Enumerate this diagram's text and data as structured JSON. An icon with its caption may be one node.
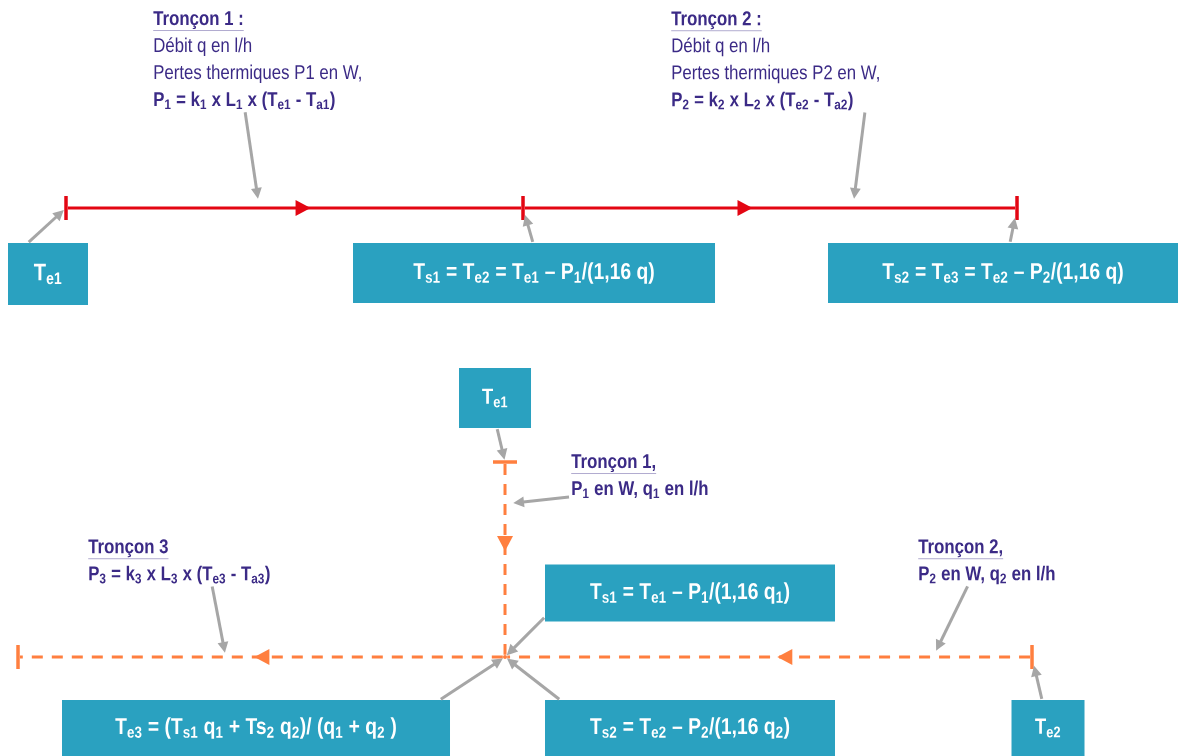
{
  "diagram": {
    "nodes": [
      {
        "text": [
          "Tronçon 1 :",
          "Débit q en l/h",
          "Pertes thermiques P1 en W,",
          "P$_{1}$ = k$_{1}$ x L$_{1}$ x (T$_{e1}$ - T$_{a1}$)"
        ]
      },
      {
        "text": [
          "**Tronçon** 2 :",
          "Débit q en l/h",
          "Pertes thermiques P2 en W,",
          "P$_{2}$ = k$_{2}$ x L$_{2}$ x (T$_{e2}$ - T$_{a2}$)"
        ]
      },
      {
        "text": [],
        "shape": "bar"
      },
      {
        "text": [],
        "shape": "bar"
      },
      {
        "text": [],
        "shape": "bar"
      },
      {
        "text": [
          "T$_{e1}$"
        ]
      },
      {
        "text": [
          "T$_{s1}$ = T$_{e2}$ = T$_{e1}$ – P$_{1}$/(1,16 q)"
        ]
      },
      {
        "text": [
          "T$_{s2}$ = T$_{e3}$ = T$_{e2}$ – P$_{2}$/(1,16 q)"
        ]
      },
      {
        "text": [
          "T$_{e1}$"
        ]
      },
      {
        "text": [],
        "shape": "bar"
      },
      {
        "text": [
          "Tronçon 1,",
          "P$_{1}$ en W, q$_{1}$ en l/h"
        ]
      },
      {
        "text": [
          "Tronçon 3",
          "P$_{3}$ = k$_{3}$ x L$_{3}$ x (T$_{e3}$ - T$_{a3}$)"
        ]
      },
      {
        "text": [
          "Tronçon 2,",
          "P$_{2}$ en W, q$_{2}$ en l/h"
        ]
      },
      {
        "text": [
          "T$_{s1}$ = T$_{e1}$ – P$_{1}$/(1,16 q$_{1}$)"
        ]
      },
      {
        "text": [],
        "shape": "bar"
      },
      {
        "text": [],
        "shape": "point"
      },
      {
        "text": [],
        "shape": "bar"
      },
      {
        "text": [
          "T$_{e3}$ = (T$_{s1}$ q$_{1}$ + Ts$_{2}$ q$_{2}$)/ (q$_{1}$ + q$_{2}$ )"
        ]
      },
      {
        "text": [
          "T$_{s2}$ = T$_{e2}$ – P$_{2}$/(1,16 q$_{2}$)"
        ]
      },
      {
        "text": [
          "T$_{e2}$"
        ]
      }
    ],
    "edges": [
      {
        "from": 2,
        "to": 3,
        "arrow": "to",
        "color": "#e30613"
      },
      {
        "from": 3,
        "to": 4,
        "arrow": "to",
        "color": "#e30613"
      },
      {
        "from": 0,
        "to": null,
        "arrow": "to"
      },
      {
        "from": 1,
        "to": null,
        "arrow": "to"
      },
      {
        "from": 5,
        "to": 2,
        "arrow": "to"
      },
      {
        "from": 6,
        "to": 3,
        "arrow": "to"
      },
      {
        "from": 7,
        "to": 4,
        "arrow": "to"
      },
      {
        "from": 9,
        "to": 15,
        "arrow": "to",
        "style": "dashed",
        "color": "#ff7f3f"
      },
      {
        "from": 16,
        "to": 15,
        "arrow": "to",
        "style": "dashed",
        "color": "#ff7f3f"
      },
      {
        "from": 15,
        "to": 14,
        "arrow": "to",
        "style": "dashed",
        "color": "#ff7f3f"
      },
      {
        "from": 8,
        "to": 9,
        "arrow": "to"
      },
      {
        "from": 10,
        "to": null,
        "arrow": "to"
      },
      {
        "from": 13,
        "to": 15,
        "arrow": "to"
      },
      {
        "from": 11,
        "to": null,
        "arrow": "to"
      },
      {
        "from": 12,
        "to": null,
        "arrow": "to"
      },
      {
        "from": 17,
        "to": 15,
        "arrow": "to"
      },
      {
        "from": 18,
        "to": 15,
        "arrow": "to"
      },
      {
        "from": 19,
        "to": 16,
        "arrow": "to"
      }
    ]
  }
}
